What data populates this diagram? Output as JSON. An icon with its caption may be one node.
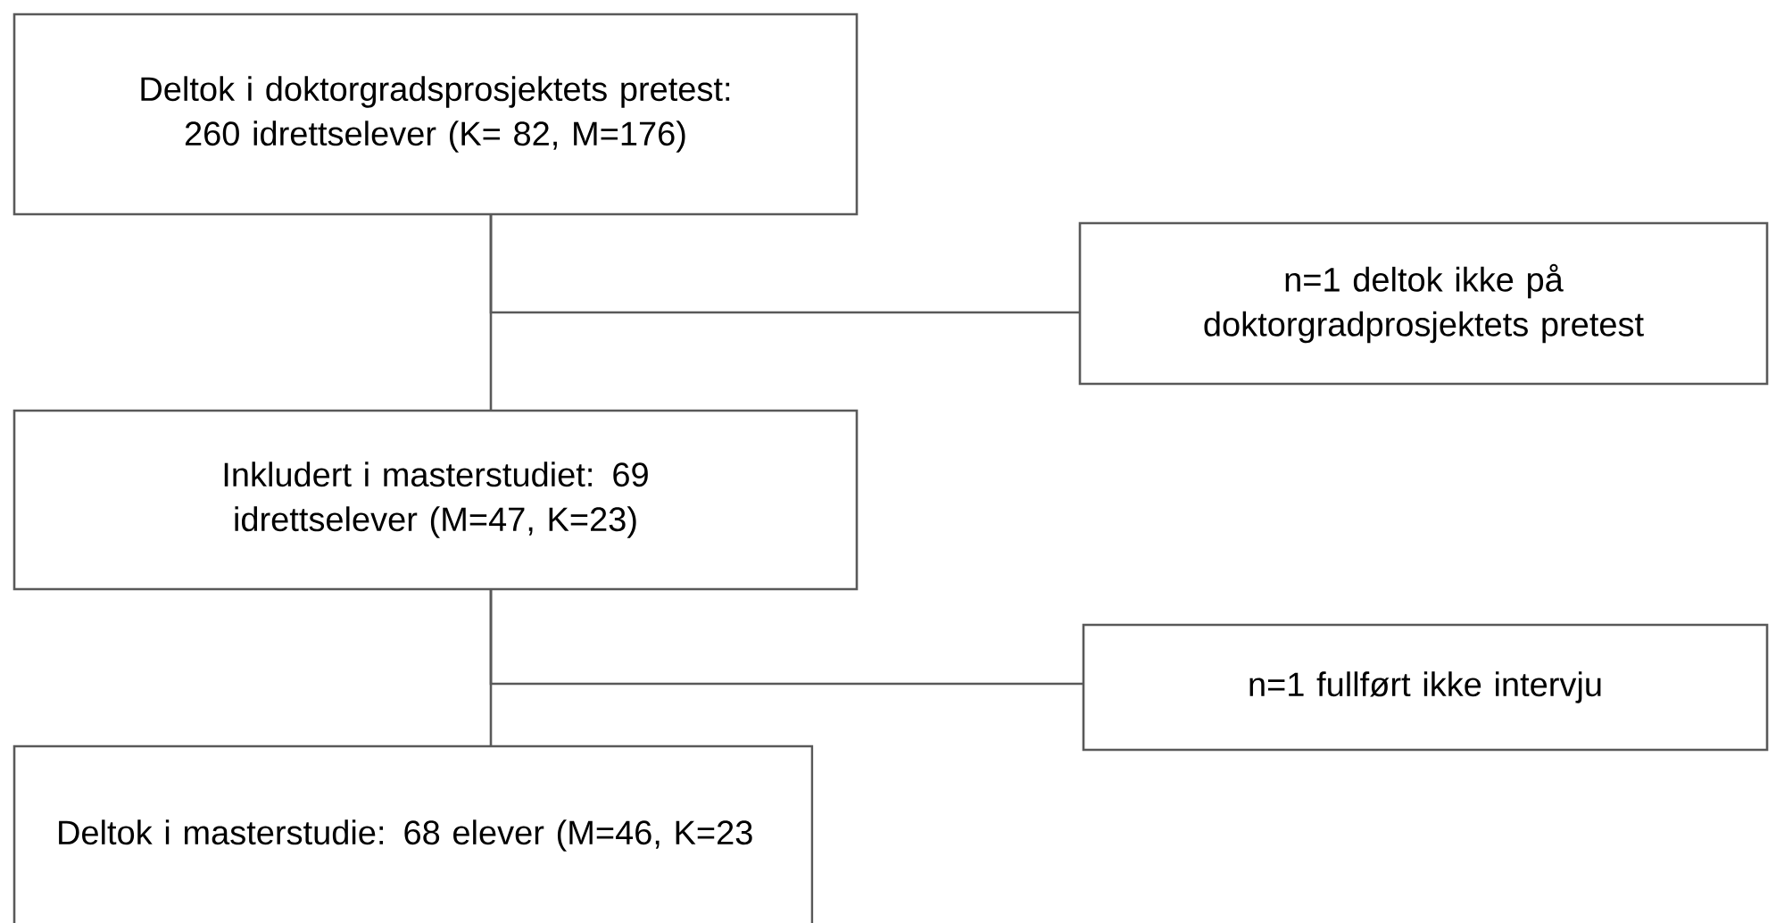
{
  "diagram": {
    "nodes": [
      {
        "text": [
          "Deltok i doktorgradsprosjektets pretest: 260 idrettselever (K= 82, M=176)"
        ]
      },
      {
        "text": [
          "n=1 deltok ikke på doktorgradprosjektets pretest"
        ]
      },
      {
        "text": [
          "Inkludert i masterstudiet: 69 idrettselever (M=47, K=23)"
        ]
      },
      {
        "text": [
          "n=1 fullført ikke intervju"
        ]
      },
      {
        "text": [
          "Deltok i masterstudie: 68 elever (M=46, K=23"
        ]
      }
    ],
    "edges": [
      {
        "from": 0,
        "to": 2,
        "arrow": "none"
      },
      {
        "from": 0,
        "to": 1,
        "arrow": "none"
      },
      {
        "from": 2,
        "to": 4,
        "arrow": "none"
      },
      {
        "from": 2,
        "to": 3,
        "arrow": "none"
      }
    ]
  }
}
